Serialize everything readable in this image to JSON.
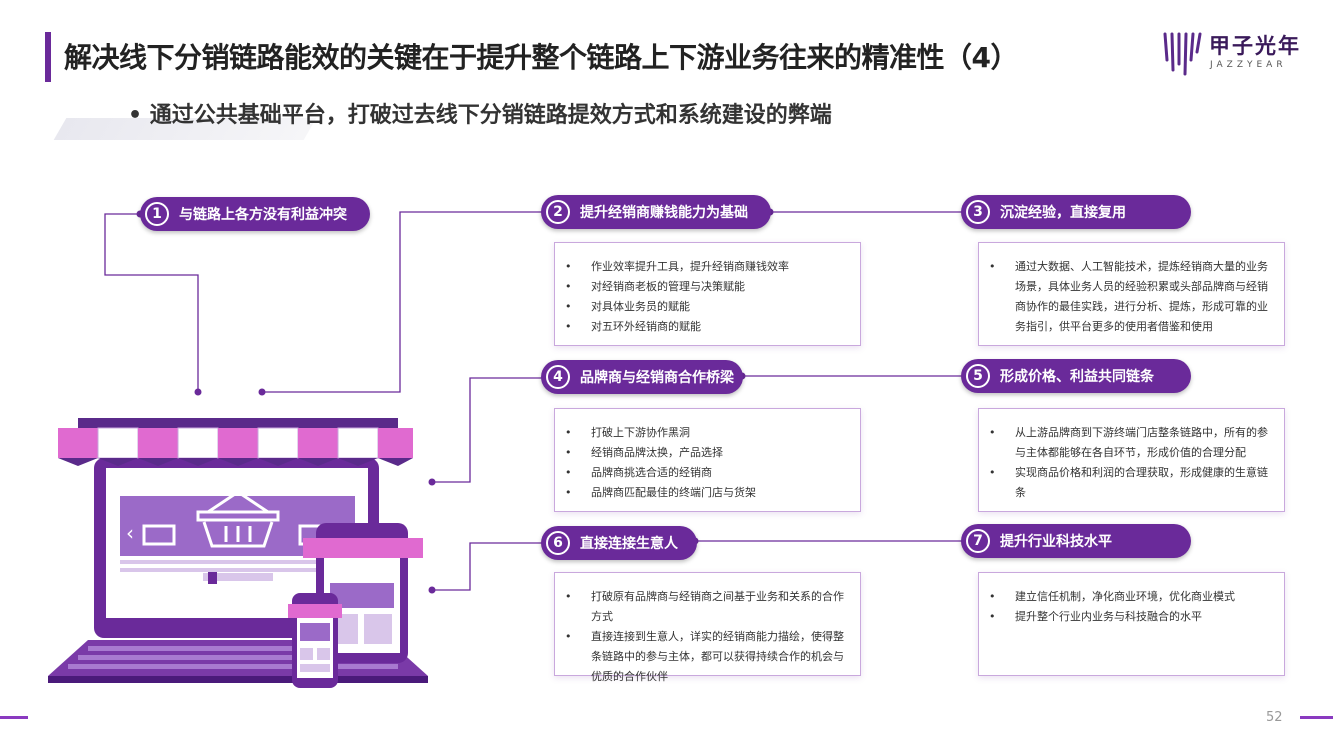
{
  "header": {
    "title": "解决线下分销链路能效的关键在于提升整个链路上下游业务往来的精准性（4）",
    "subtitle": "通过公共基础平台，打破过去线下分销链路提效方式和系统建设的弊端",
    "logo_text": "甲子光年",
    "logo_sub": "JAZZYEAR"
  },
  "sections": [
    {
      "num": "1",
      "label": "与链路上各方没有利益冲突",
      "items": []
    },
    {
      "num": "2",
      "label": "提升经销商赚钱能力为基础",
      "items": [
        "作业效率提升工具，提升经销商赚钱效率",
        "对经销商老板的管理与决策赋能",
        "对具体业务员的赋能",
        "对五环外经销商的赋能"
      ]
    },
    {
      "num": "3",
      "label": "沉淀经验，直接复用",
      "items": [
        "通过大数据、人工智能技术，提炼经销商大量的业务场景，具体业务人员的经验积累或头部品牌商与经销商协作的最佳实践，进行分析、提炼，形成可靠的业务指引，供平台更多的使用者借鉴和使用"
      ]
    },
    {
      "num": "4",
      "label": "品牌商与经销商合作桥梁",
      "items": [
        "打破上下游协作黑洞",
        "经销商品牌汰换，产品选择",
        "品牌商挑选合适的经销商",
        "品牌商匹配最佳的终端门店与货架"
      ]
    },
    {
      "num": "5",
      "label": "形成价格、利益共同链条",
      "items": [
        "从上游品牌商到下游终端门店整条链路中，所有的参与主体都能够在各自环节，形成价值的合理分配",
        "实现商品价格和利润的合理获取，形成健康的生意链条"
      ]
    },
    {
      "num": "6",
      "label": "直接连接生意人",
      "items": [
        "打破原有品牌商与经销商之间基于业务和关系的合作方式",
        "直接连接到生意人，详实的经销商能力描绘，使得整条链路中的参与主体，都可以获得持续合作的机会与优质的合作伙伴"
      ]
    },
    {
      "num": "7",
      "label": "提升行业科技水平",
      "items": [
        "建立信任机制，净化商业环境，优化商业模式",
        "提升整个行业内业务与科技融合的水平"
      ]
    }
  ],
  "page_number": "52",
  "colors": {
    "accent": "#6a2a9a",
    "pink": "#e06ad0",
    "light_purple": "#c9a8dd"
  },
  "icons": [
    "logo-bars-icon",
    "basket-icon",
    "shop-awning-icon",
    "laptop-icon",
    "tablet-icon",
    "phone-icon"
  ]
}
